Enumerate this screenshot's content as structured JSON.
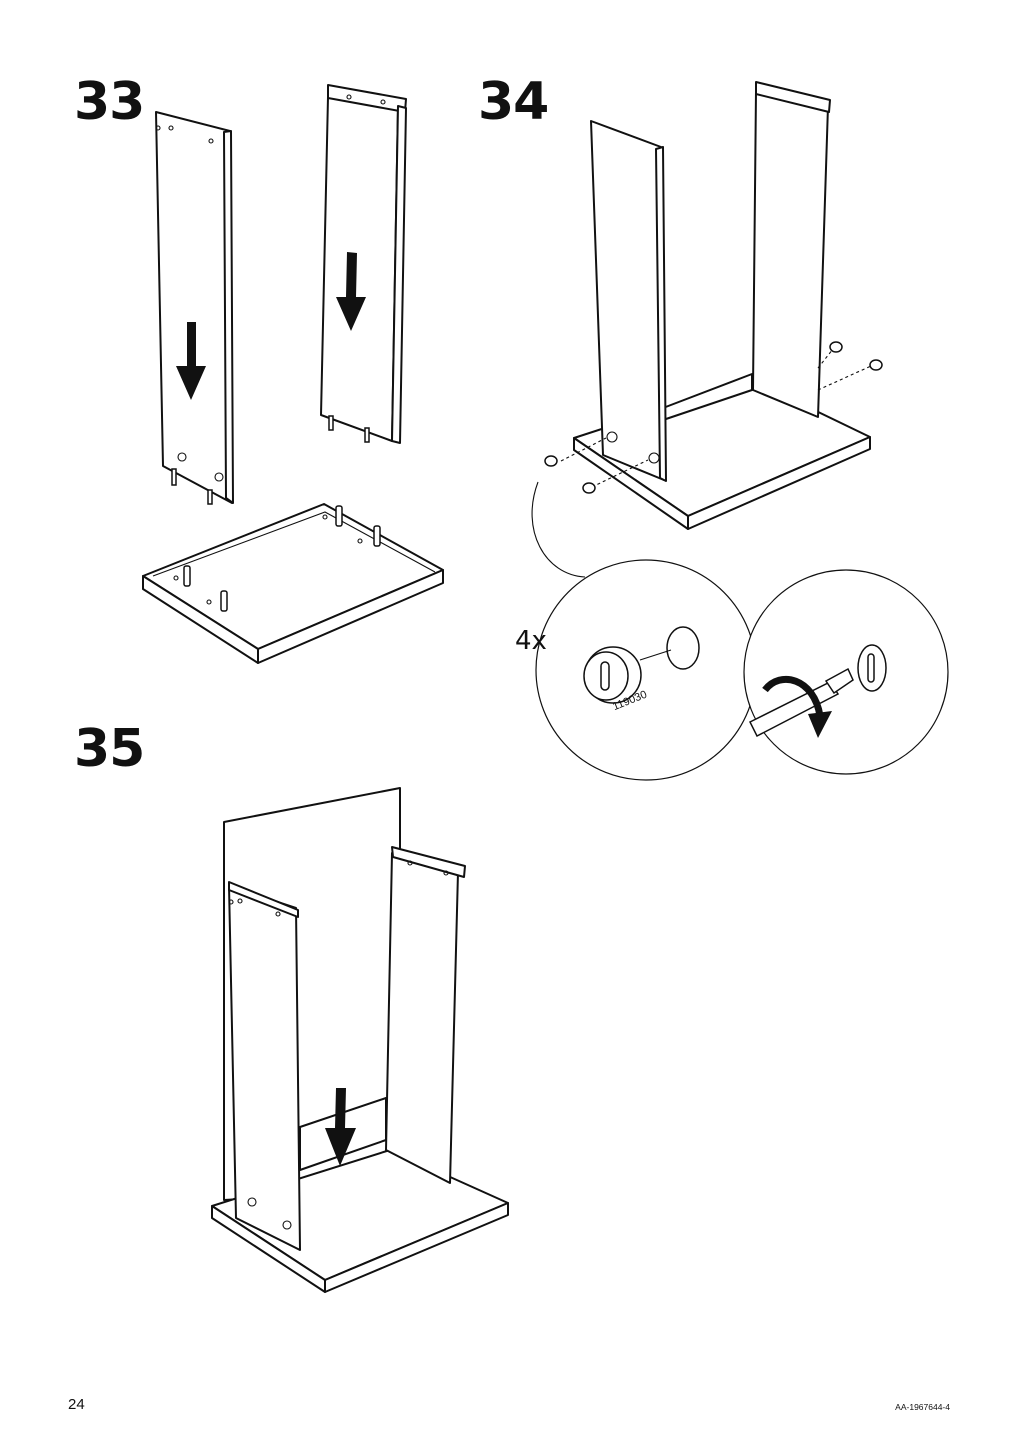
{
  "steps": [
    {
      "number": "33"
    },
    {
      "number": "34",
      "quantity": "4x",
      "part_number": "119030"
    },
    {
      "number": "35"
    }
  ],
  "footer": {
    "page_number": "24",
    "document_code": "AA-1967644-4"
  },
  "icons": [
    "down-arrow-icon",
    "rotate-clockwise-icon",
    "screwdriver-icon",
    "cam-lock-icon",
    "wooden-dowel-icon"
  ]
}
